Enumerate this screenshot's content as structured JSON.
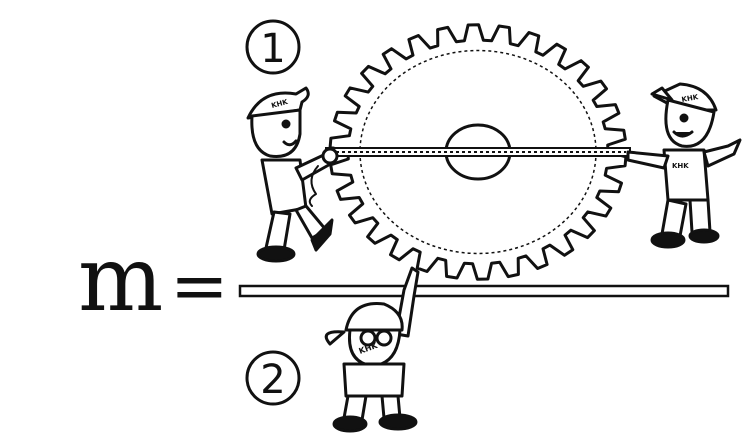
{
  "diagram": {
    "formula": {
      "symbol": "m",
      "equals": "="
    },
    "steps": [
      {
        "number": "1"
      },
      {
        "number": "2"
      }
    ],
    "cap_text": "KHK",
    "colors": {
      "ink": "#111111",
      "paper": "#ffffff"
    }
  }
}
